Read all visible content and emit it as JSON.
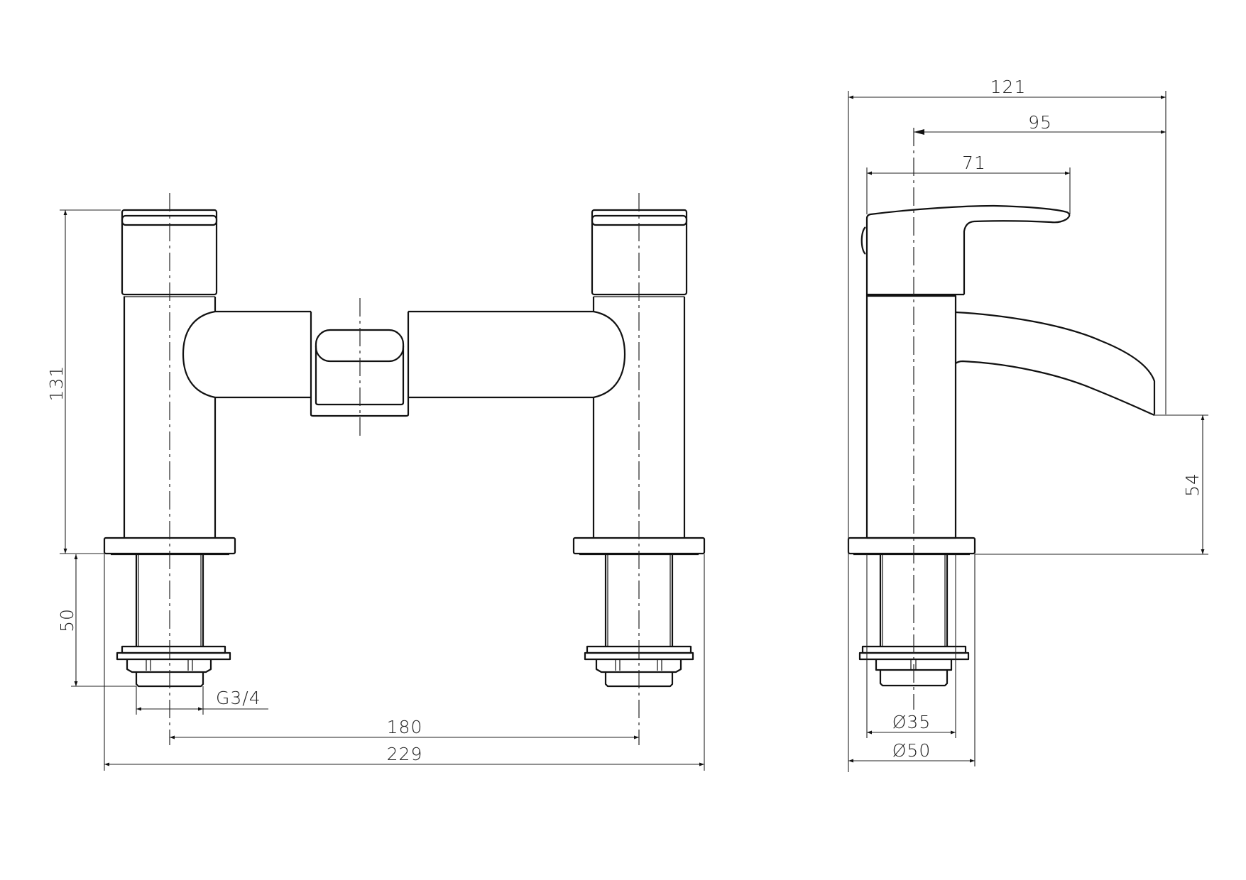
{
  "drawing": {
    "subject": "Bath filler tap technical drawing",
    "front_view": {
      "dimensions": {
        "overall_height": "131",
        "tail_length": "50",
        "thread_size": "G3/4",
        "centres": "180",
        "overall_width": "229"
      }
    },
    "side_view": {
      "dimensions": {
        "overall_depth": "121",
        "spout_reach_from_centre": "95",
        "handle_length": "71",
        "spout_height": "54",
        "body_diameter": "Ø35",
        "base_diameter": "Ø50"
      }
    },
    "colors": {
      "line": "#111111",
      "background": "#ffffff"
    }
  }
}
